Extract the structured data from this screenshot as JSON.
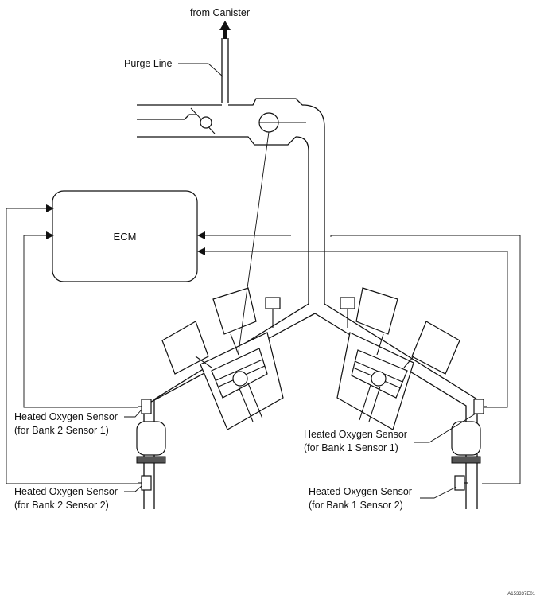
{
  "labels": {
    "from_canister": "from Canister",
    "purge_line": "Purge Line",
    "ecm": "ECM",
    "b2s1_line1": "Heated Oxygen Sensor",
    "b2s1_line2": "(for Bank 2 Sensor 1)",
    "b2s2_line1": "Heated Oxygen Sensor",
    "b2s2_line2": "(for Bank 2 Sensor 2)",
    "b1s1_line1": "Heated Oxygen Sensor",
    "b1s1_line2": "(for Bank 1 Sensor 1)",
    "b1s2_line1": "Heated Oxygen Sensor",
    "b1s2_line2": "(for Bank 1 Sensor 2)",
    "figure_code": "A153337E01"
  }
}
